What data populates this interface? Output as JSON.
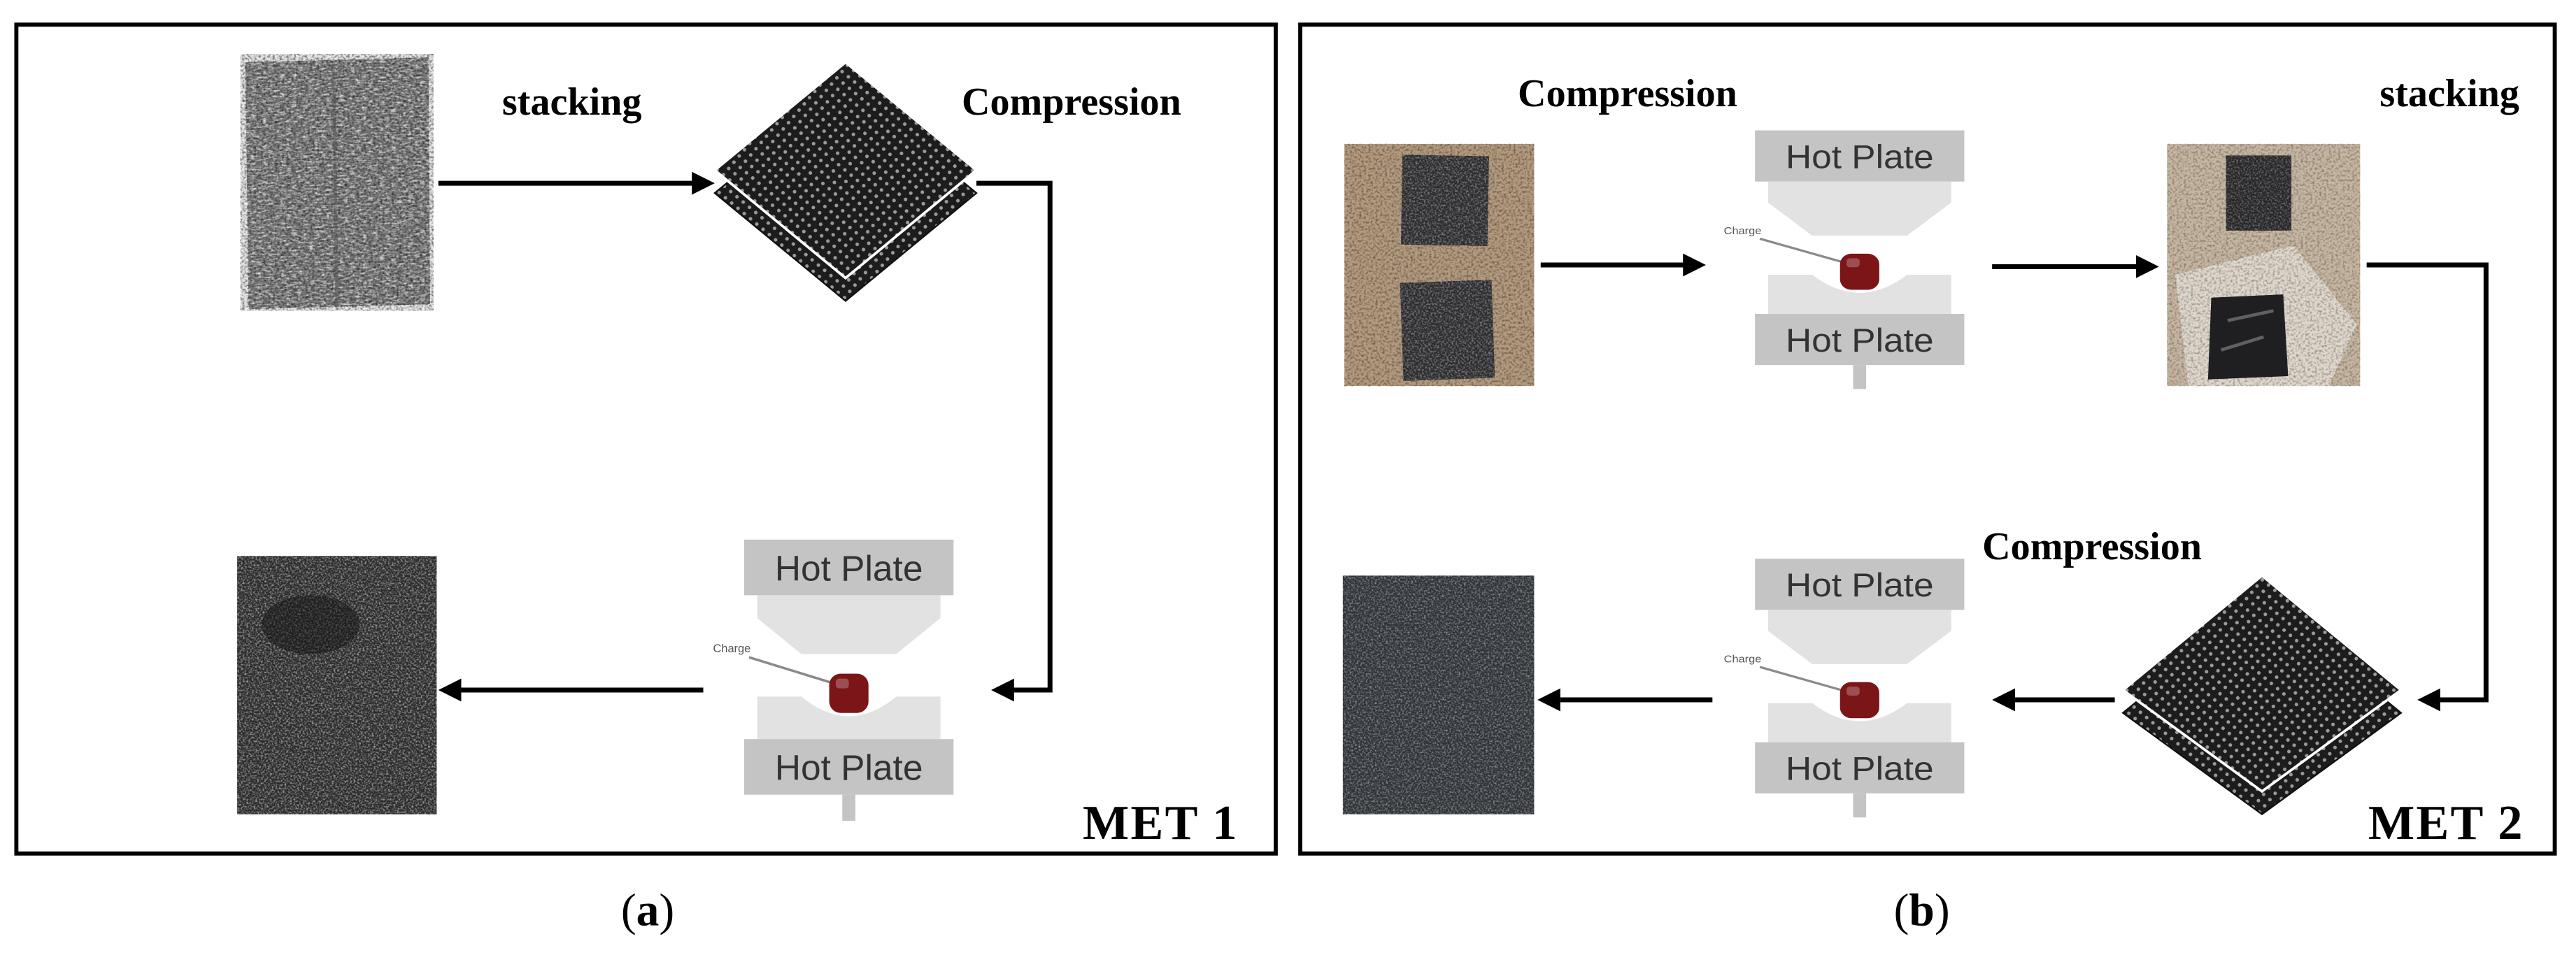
{
  "panel_a": {
    "stacking_label": "stacking",
    "compression_label": "Compression",
    "press": {
      "top_plate": "Hot Plate",
      "bottom_plate": "Hot Plate",
      "charge_label": "Charge"
    },
    "method_label": "MET 1",
    "caption": {
      "open": "(",
      "letter": "a",
      "close": ")"
    }
  },
  "panel_b": {
    "compression_label_top": "Compression",
    "stacking_label": "stacking",
    "compression_label_bottom": "Compression",
    "press_top": {
      "top_plate": "Hot Plate",
      "bottom_plate": "Hot Plate",
      "charge_label": "Charge"
    },
    "press_bottom": {
      "top_plate": "Hot Plate",
      "bottom_plate": "Hot Plate",
      "charge_label": "Charge"
    },
    "method_label": "MET 2",
    "caption": {
      "open": "(",
      "letter": "b",
      "close": ")"
    }
  },
  "colors": {
    "charge": "#7b1518",
    "plate": "#c4c4c4",
    "die": "#e2e2e2",
    "border": "#000000"
  }
}
